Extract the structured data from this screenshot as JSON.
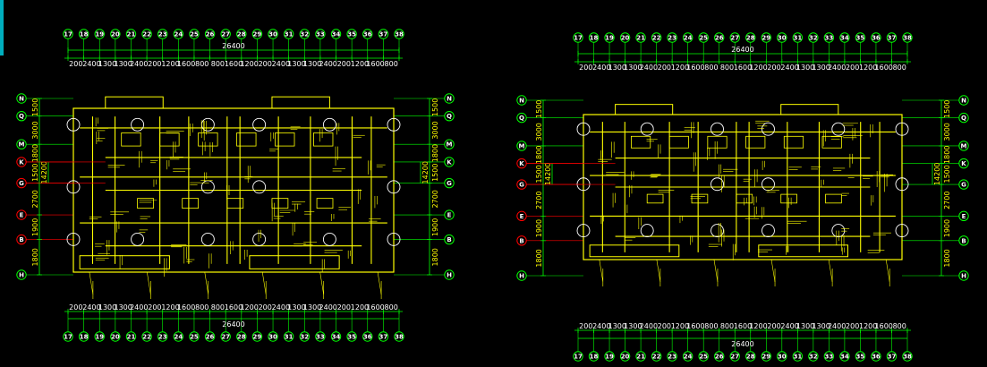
{
  "left_plan": {
    "overall_dim": "26400",
    "col_axes": [
      "17",
      "18",
      "19",
      "20",
      "21",
      "22",
      "23",
      "24",
      "25",
      "26",
      "27",
      "28",
      "29",
      "30",
      "31",
      "32",
      "33",
      "34",
      "35",
      "36",
      "37",
      "38"
    ],
    "top_dims": [
      "200",
      "2400",
      "1300",
      "1300",
      "2400",
      "200",
      "1200",
      "1600",
      "800",
      "800",
      "1600",
      "1200",
      "200",
      "2400",
      "1300",
      "1300",
      "2400",
      "200",
      "1200",
      "1600",
      "800"
    ],
    "bottom_dims": [
      "200",
      "2400",
      "1300",
      "1300",
      "2400",
      "200",
      "1200",
      "1600",
      "800",
      "800",
      "1600",
      "1200",
      "200",
      "2400",
      "1300",
      "1300",
      "2400",
      "200",
      "1200",
      "1600",
      "800"
    ],
    "row_axes": [
      "N",
      "Q",
      "M",
      "K",
      "G",
      "E",
      "B",
      "H"
    ],
    "left_dims": [
      "1500",
      "3000",
      "1800",
      "1500",
      "2700",
      "1900",
      "1800"
    ],
    "left_total": "14200",
    "right_dims": [
      "1500",
      "3000",
      "1800",
      "1500",
      "2700",
      "1900",
      "1800"
    ],
    "right_total": "14200"
  },
  "right_plan": {
    "overall_dim": "26400",
    "col_axes": [
      "17",
      "18",
      "19",
      "20",
      "21",
      "22",
      "23",
      "24",
      "25",
      "26",
      "27",
      "28",
      "29",
      "30",
      "31",
      "32",
      "33",
      "34",
      "35",
      "36",
      "37",
      "38"
    ],
    "top_dims": [
      "200",
      "2400",
      "1300",
      "1300",
      "2400",
      "200",
      "1200",
      "1600",
      "800",
      "800",
      "1600",
      "1200",
      "200",
      "2400",
      "1300",
      "1300",
      "2400",
      "200",
      "1200",
      "1600",
      "800"
    ],
    "bottom_dims": [
      "200",
      "2400",
      "1300",
      "1300",
      "2400",
      "200",
      "1200",
      "1600",
      "800",
      "800",
      "1600",
      "1200",
      "200",
      "2400",
      "1300",
      "1300",
      "2400",
      "200",
      "1200",
      "1600",
      "800"
    ],
    "row_axes": [
      "N",
      "Q",
      "M",
      "K",
      "G",
      "E",
      "B",
      "H"
    ],
    "left_dims": [
      "1500",
      "3000",
      "1800",
      "1500",
      "2700",
      "1900",
      "1800"
    ],
    "left_total": "14200",
    "right_dims": [
      "1500",
      "3000",
      "1800",
      "1500",
      "2700",
      "1900",
      "1800"
    ],
    "right_total": "14200"
  },
  "colors": {
    "background": "#000000",
    "walls": "#ffff00",
    "dim_lines": "#00ff00",
    "axis_bubbles": "#00ff00",
    "red_axis": "#ff0000",
    "white_text": "#ffffff",
    "accent": "#00aebd"
  }
}
